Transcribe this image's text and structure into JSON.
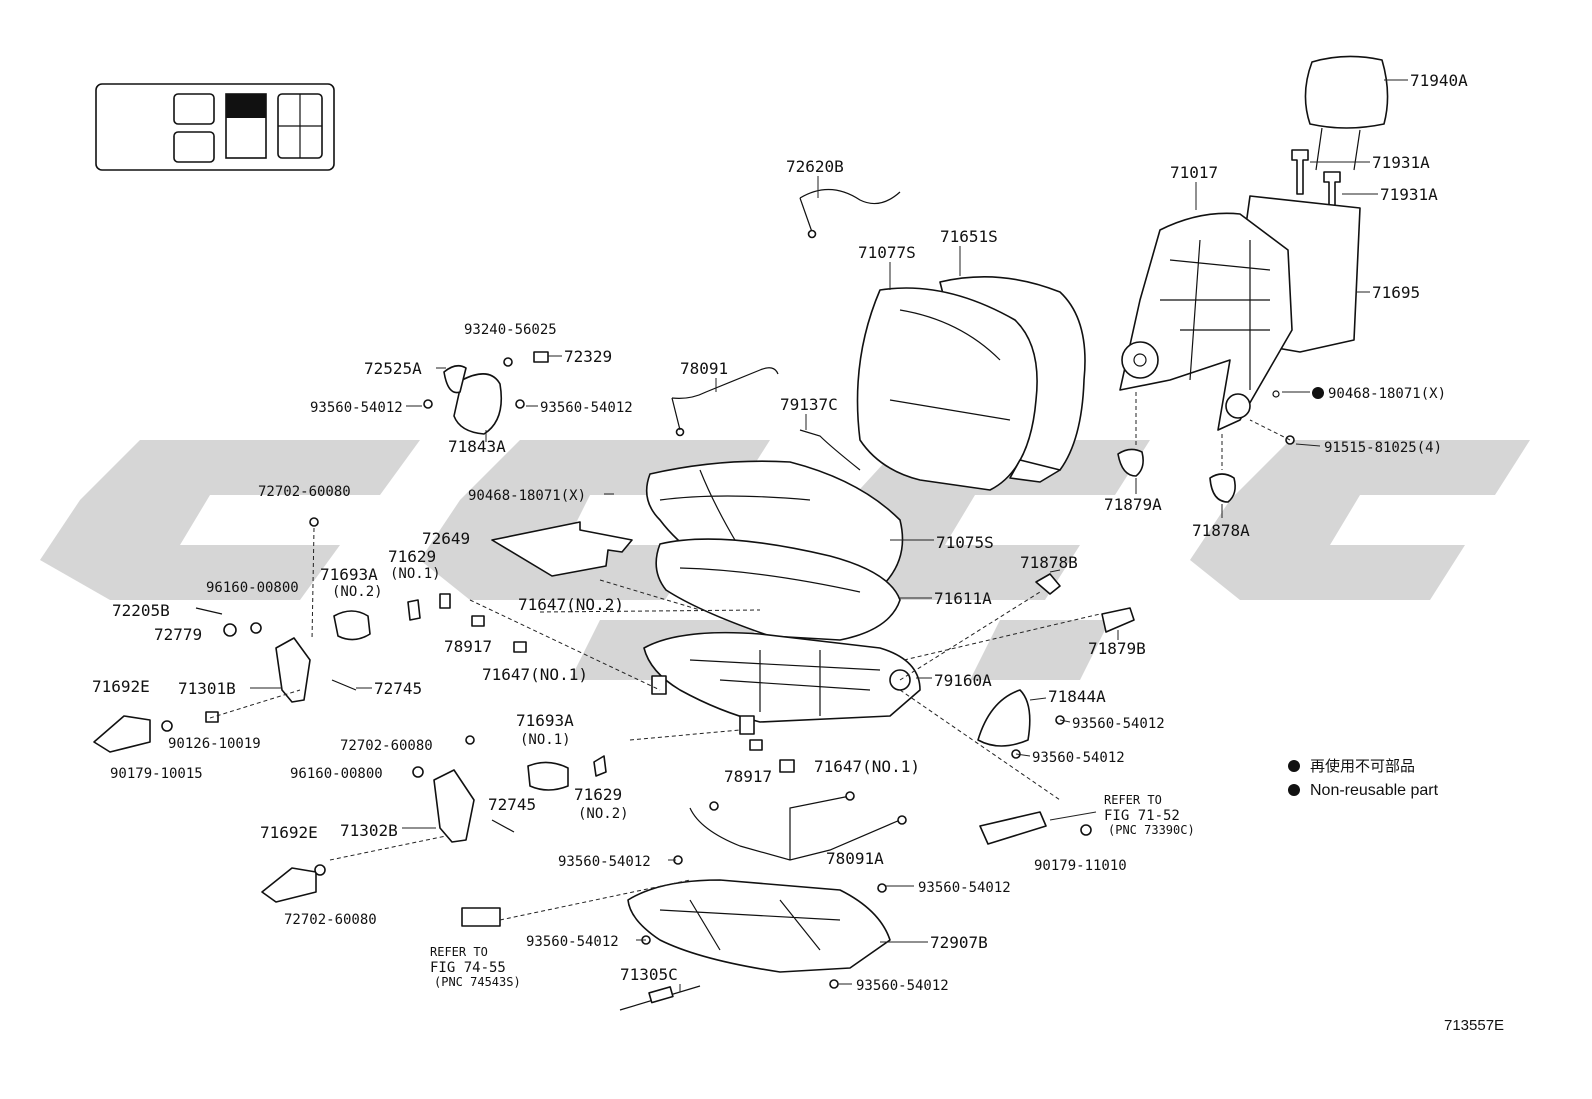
{
  "diagram_id": "713557E",
  "legend": {
    "jp": "再使用不可部品",
    "en": "Non-reusable part"
  },
  "parts": {
    "p71940A": "71940A",
    "p71931A_1": "71931A",
    "p71931A_2": "71931A",
    "p71017": "71017",
    "p71695": "71695",
    "p90468X_right": "90468-18071(X)",
    "p91515": "91515-81025(4)",
    "p71879A": "71879A",
    "p71878A": "71878A",
    "p72620B": "72620B",
    "p71077S": "71077S",
    "p71651S": "71651S",
    "p78091": "78091",
    "p79137C": "79137C",
    "p93240": "93240-56025",
    "p72329": "72329",
    "p72525A": "72525A",
    "p93560_a": "93560-54012",
    "p93560_b": "93560-54012",
    "p71843A": "71843A",
    "p90468X_left": "90468-18071(X)",
    "p72702_a": "72702-60080",
    "p72649": "72649",
    "p71629_1": "71629",
    "p71629_1_sub": "(NO.1)",
    "p71693A_2": "71693A",
    "p71693A_2_sub": "(NO.2)",
    "p96160_a": "96160-00800",
    "p72205B": "72205B",
    "p72779": "72779",
    "p71075S": "71075S",
    "p71878B": "71878B",
    "p71647_no2": "71647(NO.2)",
    "p71611A": "71611A",
    "p78917_a": "78917",
    "p71647_no1_a": "71647(NO.1)",
    "p71879B": "71879B",
    "p79160A": "79160A",
    "p71692E_a": "71692E",
    "p71301B": "71301B",
    "p72745_a": "72745",
    "p90126": "90126-10019",
    "p90179_a": "90179-10015",
    "p71844A": "71844A",
    "p93560_c": "93560-54012",
    "p93560_d": "93560-54012",
    "p71693A_1": "71693A",
    "p71693A_1_sub": "(NO.1)",
    "p72702_b": "72702-60080",
    "p96160_b": "96160-00800",
    "p72745_b": "72745",
    "p71629_2": "71629",
    "p71629_2_sub": "(NO.2)",
    "p78917_b": "78917",
    "p71647_no1_b": "71647(NO.1)",
    "p71692E_b": "71692E",
    "p71302B": "71302B",
    "p72702_c": "72702-60080",
    "p78091A": "78091A",
    "p90179_b": "90179-11010",
    "p93560_e": "93560-54012",
    "p93560_f": "93560-54012",
    "p93560_g": "93560-54012",
    "p72907B": "72907B",
    "p71305C": "71305C",
    "p93560_h": "93560-54012"
  },
  "refs": {
    "ref_71_52": {
      "l1": "REFER TO",
      "l2": "FIG 71-52",
      "l3": "(PNC 73390C)"
    },
    "ref_74_55": {
      "l1": "REFER TO",
      "l2": "FIG 74-55",
      "l3": "(PNC 74543S)"
    }
  }
}
